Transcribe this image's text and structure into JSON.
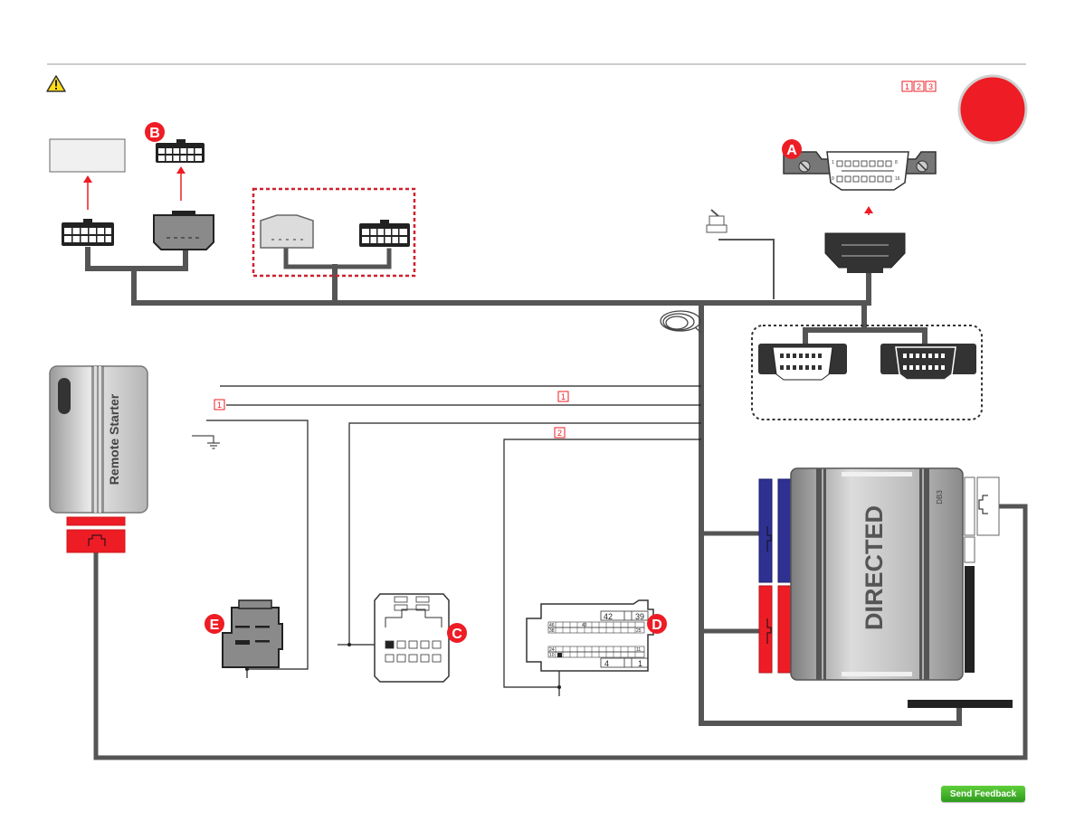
{
  "markers": {
    "a": "A",
    "b": "B",
    "c": "C",
    "d": "D",
    "e": "E"
  },
  "step_badges": [
    "1",
    "2",
    "3"
  ],
  "wire_tags": {
    "tag1_left": "1",
    "tag1_right": "1",
    "tag2": "2"
  },
  "remote_starter": {
    "label": "Remote Starter"
  },
  "module": {
    "brand": "DIRECTED",
    "model": "DB3"
  },
  "obd_pins": {
    "left_top": "1",
    "right_top": "8",
    "left_bottom": "9",
    "right_bottom": "16"
  },
  "conn_d_pins": {
    "p42": "42",
    "p39": "39",
    "p46": "46",
    "p43": "43",
    "p38": "38",
    "p25": "25",
    "p24": "24",
    "p11": "11",
    "p10": "10",
    "p4": "4",
    "p1": "1"
  },
  "feedback": {
    "label": "Send Feedback"
  },
  "colors": {
    "wire": "#555555",
    "accent_red": "#ee1c25",
    "accent_blue": "#2e3192",
    "warning_yellow": "#ffde17"
  }
}
